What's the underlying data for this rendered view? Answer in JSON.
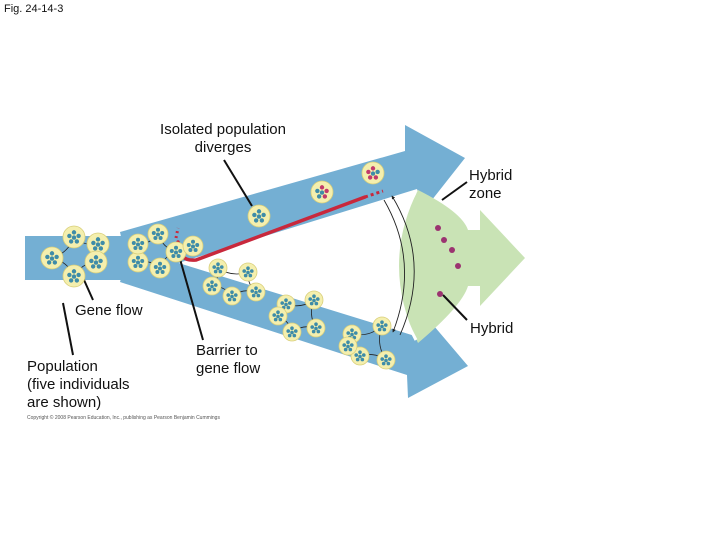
{
  "figure_label": "Fig. 24-14-3",
  "labels": {
    "isolated_line1": "Isolated population",
    "isolated_line2": "diverges",
    "hybrid_zone_line1": "Hybrid",
    "hybrid_zone_line2": "zone",
    "gene_flow": "Gene flow",
    "hybrid": "Hybrid",
    "barrier_line1": "Barrier to",
    "barrier_line2": "gene flow",
    "population_line1": "Population",
    "population_line2": "(five individuals",
    "population_line3": "are shown)"
  },
  "copyright": "Copyright © 2008 Pearson Education, Inc., publishing as Pearson Benjamin Cummings",
  "colors": {
    "arrow_blue": "#74afd3",
    "hybrid_zone_green": "#c9e3b5",
    "barrier_red": "#c8283c",
    "individual_fill": "#f4efae",
    "allele_blue": "#3e8ca8",
    "allele_pink": "#c23a6b",
    "hybrid_purple": "#9b3370"
  }
}
